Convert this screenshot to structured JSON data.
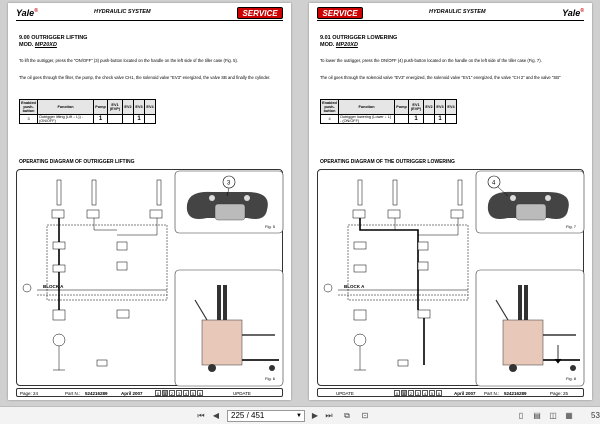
{
  "left_page": {
    "logo": "Yale",
    "header_title": "HYDRAULIC SYSTEM",
    "service_badge": "SERVICE",
    "section_title": "9.00 OUTRIGGER LIFTING",
    "model_label": "MOD.",
    "model": "MP20XD",
    "para1": "To lift the outrigger, press the \"ON/OFF\" (3) push-button located on the handle on the left side of the tiller case (Fig. 5).",
    "para2": "The oil goes through the filter, the pump, the check valve CH1, the solenoid valve \"EV3\" energized, the valve SB and finally the cylinder.",
    "table_headers": [
      "Enabled push-button",
      "Function",
      "Pump",
      "EV1 (EVP)",
      "EV2",
      "EV3",
      "EV4"
    ],
    "table_row": [
      "3",
      "Outrigger lifting (Lift ↓ L)) - (ON/OFF)",
      "1",
      "",
      "",
      "1",
      ""
    ],
    "diagram_title": "OPERATING DIAGRAM OF OUTRIGGER LIFTING",
    "block_label": "BLOCK A",
    "fig_top": "Fig. 5",
    "fig_bottom": "Fig. 6",
    "callout": "3",
    "footer_page": "Page: 24",
    "footer_part_label": "Part N.:",
    "footer_part": "524216289",
    "footer_date": "April 2007",
    "footer_update": "UPDATE",
    "footer_nums": [
      "0",
      "1",
      "2",
      "3",
      "4",
      "5",
      "6"
    ]
  },
  "right_page": {
    "logo": "Yale",
    "header_title": "HYDRAULIC SYSTEM",
    "service_badge": "SERVICE",
    "section_title": "9.01 OUTRIGGER LOWERING",
    "model_label": "MOD.",
    "model": "MP20XD",
    "para1": "To lower the outrigger, press the ON/OFF (4) push-button located on the handle on the left side of the tiller case (Fig. 7).",
    "para2": "The oil goes through the solenoid valve \"EV3\" energized, the solenoid valve \"EV1\" energized, the valve \"CH 2\" and the valve \"SB\"",
    "table_headers": [
      "Enabled push-button",
      "Function",
      "Pump",
      "EV1 (EVP)",
      "EV2",
      "EV3",
      "EV4"
    ],
    "table_row": [
      "4",
      "Outrigger lowering (Lower ↓ L) - (ON/OFF)",
      "",
      "1",
      "",
      "1",
      ""
    ],
    "diagram_title": "OPERATING DIAGRAM OF THE OUTRIGGER LOWERING",
    "block_label": "BLOCK A",
    "fig_top": "Fig. 7",
    "fig_bottom": "Fig. 8",
    "callout": "4",
    "footer_update": "UPDATE",
    "footer_nums": [
      "0",
      "1",
      "2",
      "3",
      "4",
      "5",
      "6"
    ],
    "footer_part_label": "Part N.:",
    "footer_part": "524216289",
    "footer_date": "April 2007",
    "footer_page": "Page: 25"
  },
  "toolbar": {
    "page_indicator": "225 / 451",
    "zoom": "53"
  },
  "colors": {
    "service_red": "#cc0000",
    "viewer_bg": "#d0d0d0",
    "toolbar_bg": "#f3f3f3"
  }
}
